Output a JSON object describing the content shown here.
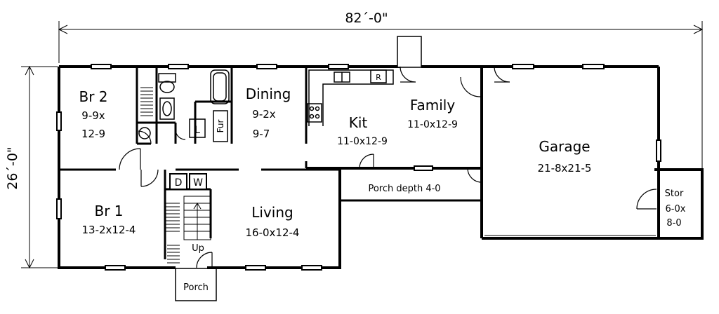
{
  "plan": {
    "overall_width": "82´-0\"",
    "overall_depth": "26´-0\"",
    "rooms": {
      "br2": {
        "name": "Br 2",
        "size_a": "9-9x",
        "size_b": "12-9"
      },
      "dining": {
        "name": "Dining",
        "size_a": "9-2x",
        "size_b": "9-7"
      },
      "family": {
        "name": "Family",
        "size": "11-0x12-9"
      },
      "kit": {
        "name": "Kit",
        "size": "11-0x12-9"
      },
      "garage": {
        "name": "Garage",
        "size": "21-8x21-5"
      },
      "stor": {
        "name": "Stor",
        "size_a": "6-0x",
        "size_b": "8-0"
      },
      "br1": {
        "name": "Br 1",
        "size": "13-2x12-4"
      },
      "living": {
        "name": "Living",
        "size": "16-0x12-4"
      },
      "porch_depth": "Porch depth 4-0",
      "porch": "Porch"
    },
    "fixtures": {
      "laundry": "L",
      "furnace": "Fur",
      "dryer": "D",
      "washer": "W",
      "refrigerator": "R",
      "stair": "Up"
    }
  }
}
